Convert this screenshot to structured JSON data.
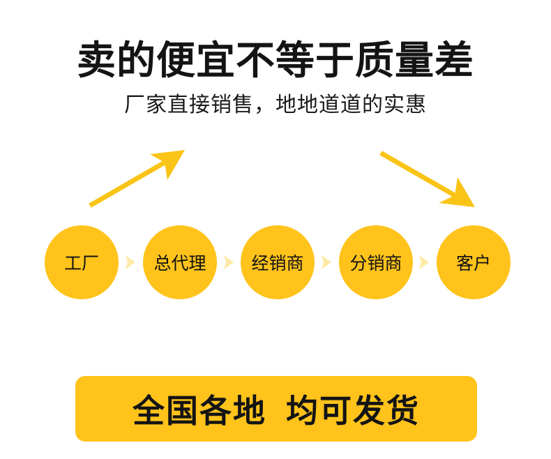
{
  "headline": "卖的便宜不等于质量差",
  "tagline": "厂家直接销售，地地道道的实惠",
  "chain": {
    "steps": [
      "工厂",
      "总代理",
      "经销商",
      "分销商",
      "客户"
    ]
  },
  "banner": {
    "part1": "全国各地",
    "part2": "均可发货"
  },
  "colors": {
    "accent": "#FFC31B",
    "chevron": "#FFE9A6",
    "arrow": "#F9C416",
    "text": "#141414"
  }
}
